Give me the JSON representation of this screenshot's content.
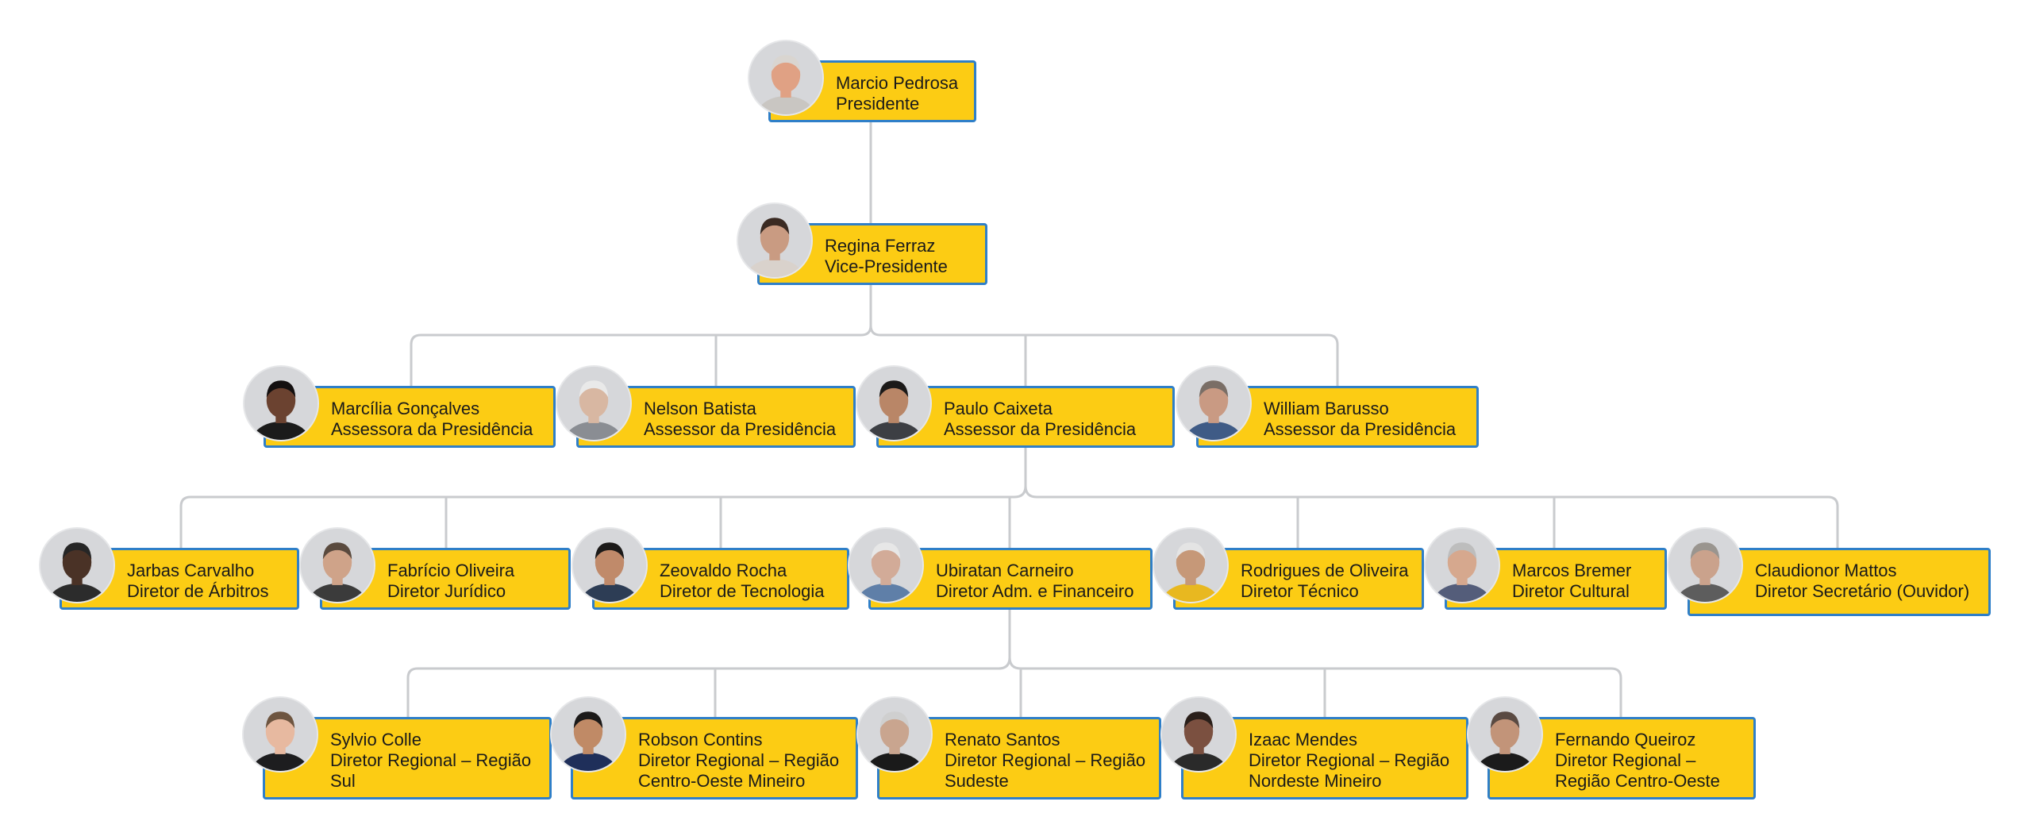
{
  "people": [
    {
      "id": "marcio",
      "parent": null,
      "name": "Marcio Pedrosa",
      "role": "Presidente",
      "icon": "person-photo-icon",
      "skin": "#e0a184",
      "hair": "#d9d5d0",
      "shirt": "#c9c6c2"
    },
    {
      "id": "regina",
      "parent": "marcio",
      "name": "Regina Ferraz",
      "role": "Vice-Presidente",
      "icon": "person-photo-icon",
      "skin": "#c99b82",
      "hair": "#3a2a22",
      "shirt": "#d9d2cc"
    },
    {
      "id": "marcilia",
      "parent": "regina",
      "name": "Marcília Gonçalves",
      "role": "Assessora da Presidência",
      "icon": "person-photo-icon",
      "skin": "#6b4230",
      "hair": "#141010",
      "shirt": "#1b1b1b"
    },
    {
      "id": "nelson",
      "parent": "regina",
      "name": "Nelson Batista",
      "role": "Assessor da Presidência",
      "icon": "person-photo-icon",
      "skin": "#d8b7a2",
      "hair": "#e9e9e9",
      "shirt": "#8a8d93"
    },
    {
      "id": "paulo",
      "parent": "regina",
      "name": "Paulo Caixeta",
      "role": "Assessor da Presidência",
      "icon": "person-photo-icon",
      "skin": "#b98667",
      "hair": "#1c1a19",
      "shirt": "#3d3f44"
    },
    {
      "id": "william",
      "parent": "regina",
      "name": "William Barusso",
      "role": "Assessor da Presidência",
      "icon": "person-photo-icon",
      "skin": "#c99a83",
      "hair": "#7a6e66",
      "shirt": "#3f5b86"
    },
    {
      "id": "jarbas",
      "parent": "paulo",
      "name": "Jarbas Carvalho",
      "role": "Diretor de Árbitros",
      "icon": "person-photo-icon",
      "skin": "#4a3226",
      "hair": "#262626",
      "shirt": "#2c2c2c"
    },
    {
      "id": "fabricio",
      "parent": "paulo",
      "name": "Fabrício Oliveira",
      "role": "Diretor Jurídico",
      "icon": "person-photo-icon",
      "skin": "#cfa389",
      "hair": "#5a4a3e",
      "shirt": "#3b3b3b"
    },
    {
      "id": "zeovaldo",
      "parent": "paulo",
      "name": "Zeovaldo Rocha",
      "role": "Diretor de Tecnologia",
      "icon": "person-photo-icon",
      "skin": "#c08a6a",
      "hair": "#1c1a19",
      "shirt": "#2d3d55"
    },
    {
      "id": "ubiratan",
      "parent": "paulo",
      "name": "Ubiratan Carneiro",
      "role": "Diretor Adm. e Financeiro",
      "icon": "person-photo-icon",
      "skin": "#d2ab98",
      "hair": "#e7e7e7",
      "shirt": "#5f7fa8"
    },
    {
      "id": "rodrigues",
      "parent": "paulo",
      "name": "Rodrigues de Oliveira",
      "role": "Diretor Técnico",
      "icon": "person-photo-icon",
      "skin": "#c69878",
      "hair": "#e4e4e4",
      "shirt": "#e8b820"
    },
    {
      "id": "bremer",
      "parent": "paulo",
      "name": "Marcos Bremer",
      "role": "Diretor Cultural",
      "icon": "person-photo-icon",
      "skin": "#d6a88e",
      "hair": "#bdbdbd",
      "shirt": "#545d7a"
    },
    {
      "id": "claudionor",
      "parent": "paulo",
      "name": "Claudionor Mattos",
      "role": "Diretor Secretário (Ouvidor)",
      "icon": "person-photo-icon",
      "skin": "#caa28c",
      "hair": "#9a958f",
      "shirt": "#5d5d5d"
    },
    {
      "id": "sylvio",
      "parent": "ubiratan",
      "name": "Sylvio Colle",
      "role": "Diretor Regional – Região\nSul",
      "icon": "person-photo-icon",
      "skin": "#e7b9a0",
      "hair": "#6e5540",
      "shirt": "#1d1d1f"
    },
    {
      "id": "robson",
      "parent": "ubiratan",
      "name": "Robson Contins",
      "role": "Diretor Regional – Região\nCentro-Oeste Mineiro",
      "icon": "person-photo-icon",
      "skin": "#c08a66",
      "hair": "#1c1a19",
      "shirt": "#1f2f5a"
    },
    {
      "id": "renato",
      "parent": "ubiratan",
      "name": "Renato Santos",
      "role": "Diretor Regional – Região\nSudeste",
      "icon": "person-photo-icon",
      "skin": "#c9a58f",
      "hair": "#cfcfcf",
      "shirt": "#1a1a1a"
    },
    {
      "id": "izaac",
      "parent": "ubiratan",
      "name": "Izaac Mendes",
      "role": "Diretor Regional – Região\nNordeste Mineiro",
      "icon": "person-photo-icon",
      "skin": "#7b5040",
      "hair": "#2a1f1a",
      "shirt": "#2a2a2a"
    },
    {
      "id": "fernando",
      "parent": "ubiratan",
      "name": "Fernando Queiroz",
      "role": "Diretor Regional –\nRegião Centro-Oeste",
      "icon": "person-photo-icon",
      "skin": "#c29479",
      "hair": "#5a4a42",
      "shirt": "#1b1b1b"
    }
  ]
}
